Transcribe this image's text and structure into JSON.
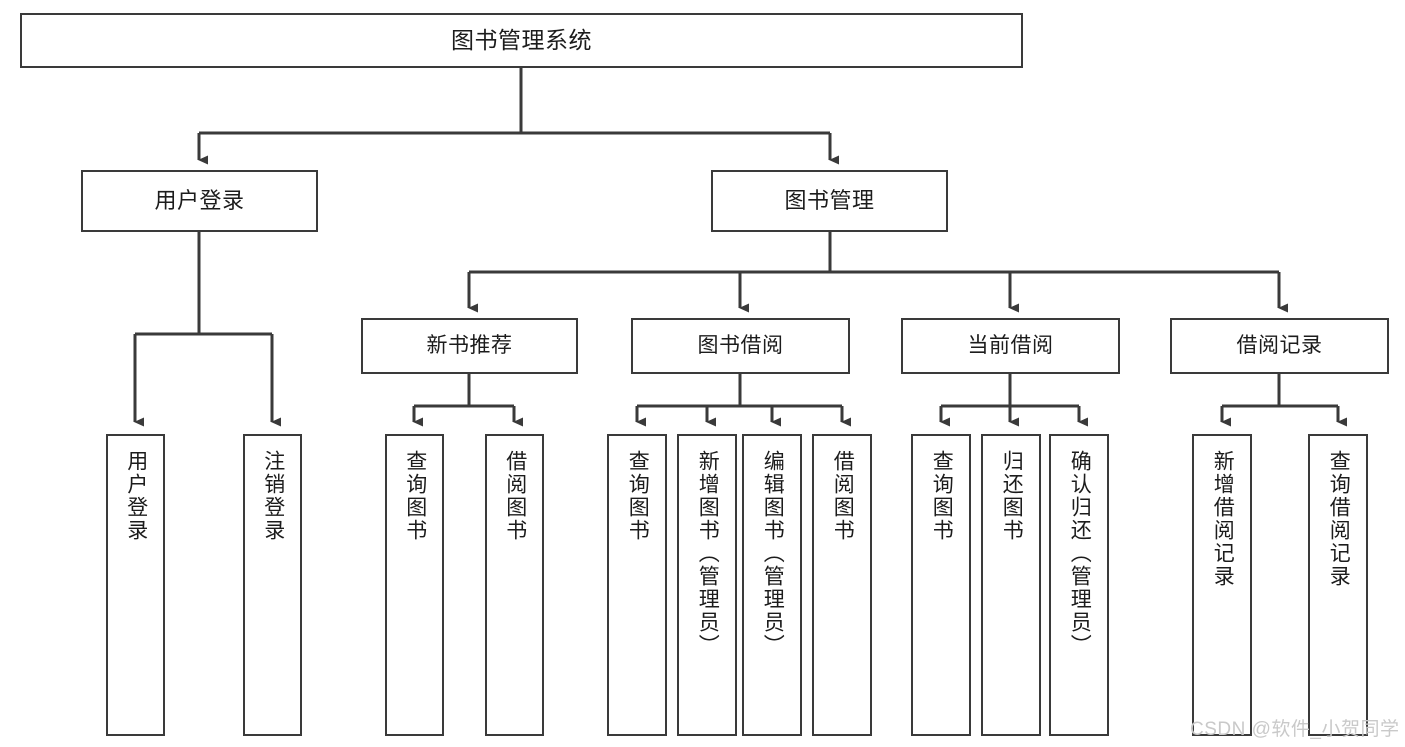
{
  "diagram": {
    "type": "tree-hierarchy",
    "title": "图书管理系统",
    "watermark": "CSDN @软件_小贺同学",
    "colors": {
      "box_border": "#3a3a3a",
      "box_fill": "#ffffff",
      "connector": "#3a3a3a",
      "text": "#1c1c1c",
      "watermark": "#c9c9c9"
    },
    "root": {
      "label": "图书管理系统"
    },
    "level2": [
      {
        "label": "用户登录"
      },
      {
        "label": "图书管理"
      }
    ],
    "level3": [
      {
        "label": "新书推荐"
      },
      {
        "label": "图书借阅"
      },
      {
        "label": "当前借阅"
      },
      {
        "label": "借阅记录"
      }
    ],
    "leaves": {
      "user_login": [
        {
          "label": "用户登录"
        },
        {
          "label": "注销登录"
        }
      ],
      "new_book": [
        {
          "label": "查询图书"
        },
        {
          "label": "借阅图书"
        }
      ],
      "book_borrow": [
        {
          "label": "查询图书"
        },
        {
          "label": "新增图书（管理员）"
        },
        {
          "label": "编辑图书（管理员）"
        },
        {
          "label": "借阅图书"
        }
      ],
      "current_borrow": [
        {
          "label": "查询图书"
        },
        {
          "label": "归还图书"
        },
        {
          "label": "确认归还（管理员）"
        }
      ],
      "borrow_record": [
        {
          "label": "新增借阅记录"
        },
        {
          "label": "查询借阅记录"
        }
      ]
    }
  }
}
